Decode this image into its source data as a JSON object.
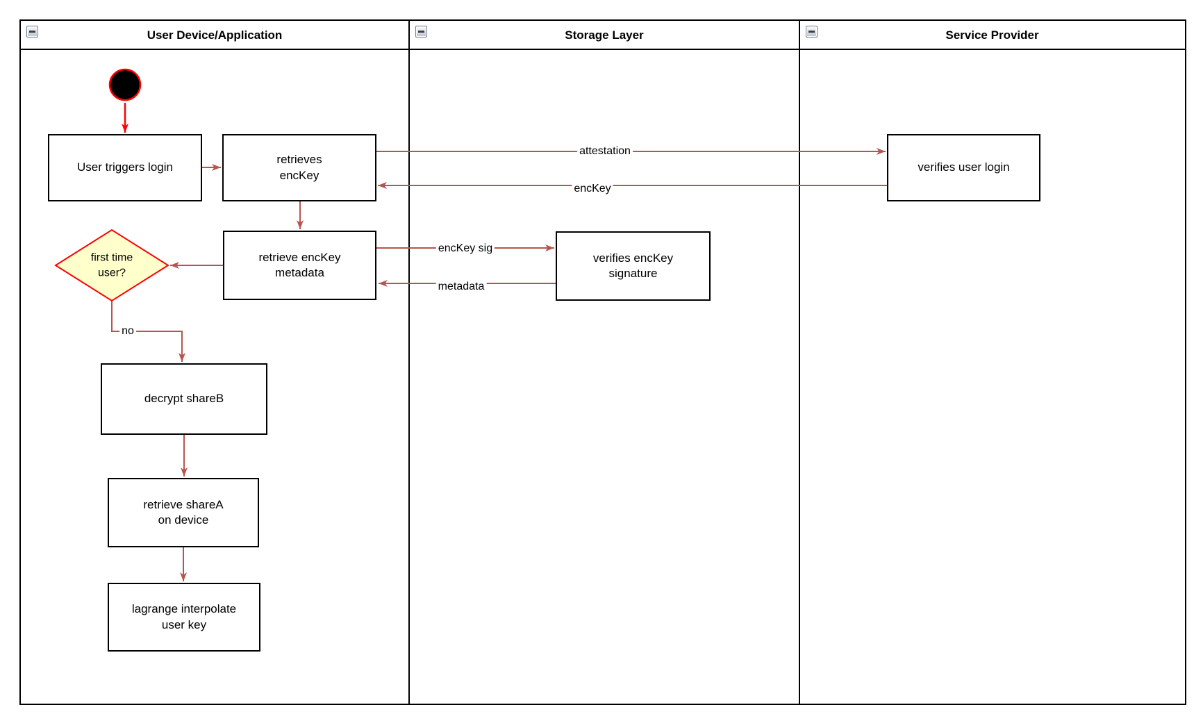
{
  "colors": {
    "canvas_bg": "#ffffff",
    "shape_stroke": "#000000",
    "flow_arrow": "#b85450",
    "start_red": "#ff0000",
    "diamond_fill": "#ffffcc",
    "diamond_stroke": "#ff0000"
  },
  "icons": {
    "collapse": "minus-icon"
  },
  "lanes": [
    {
      "title": "User Device/Application"
    },
    {
      "title": "Storage Layer"
    },
    {
      "title": "Service Provider"
    }
  ],
  "nodes": {
    "user_triggers_login": "User triggers login",
    "retrieves_enckey": "retrieves\nencKey",
    "verifies_user_login": "verifies user login",
    "retrieve_enckey_metadata": "retrieve encKey\nmetadata",
    "verifies_enckey_signature": "verifies encKey\nsignature",
    "first_time_user": "first time\nuser?",
    "decrypt_shareb": "decrypt shareB",
    "retrieve_sharea_on_device": "retrieve shareA\non device",
    "lagrange_interpolate_user_key": "lagrange interpolate\nuser key"
  },
  "edge_labels": {
    "attestation": "attestation",
    "enckey": "encKey",
    "enckey_sig": "encKey sig",
    "metadata": "metadata",
    "no": "no"
  }
}
